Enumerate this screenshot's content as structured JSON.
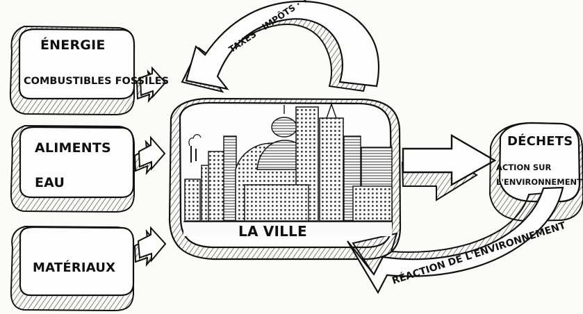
{
  "inputs": {
    "energy": {
      "line1": "ÉNERGIE",
      "line2": "COMBUSTIBLES FOSSILES"
    },
    "food_water": {
      "line1": "ALIMENTS",
      "line2": "EAU"
    },
    "materials": {
      "line1": "MATÉRIAUX"
    }
  },
  "city": {
    "label": "LA VILLE"
  },
  "loops": {
    "top_label": "TAXES · IMPÔTS · TRAVAIL",
    "bottom_label": "RÉACTION DE L'ENVIRONNEMENT"
  },
  "outputs": {
    "waste": {
      "title": "DÉCHETS",
      "line1": "ACTION SUR",
      "line2": "L'ENVIRONNEMENT"
    }
  }
}
